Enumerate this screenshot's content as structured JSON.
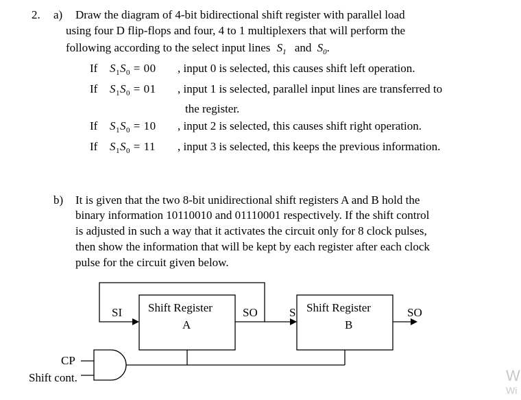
{
  "question": {
    "number": "2.",
    "part_a": {
      "label": "a)",
      "lines": [
        "Draw the diagram of 4-bit  bidirectional shift register with parallel load",
        "using four D flip-flops and four, 4 to 1 multiplexers that will perform the",
        "following according to the select input lines"
      ],
      "and": "and",
      "period": ".",
      "sel_s": "S",
      "sel_1": "1",
      "sel_0": "0",
      "if_word": "If",
      "cases": [
        {
          "value": "00",
          "desc": ", input 0 is selected, this causes shift left operation."
        },
        {
          "value": "01",
          "desc": ", input 1 is selected, parallel input lines are transferred to",
          "desc2": "the register."
        },
        {
          "value": "10",
          "desc": ", input 2 is selected, this causes shift right operation."
        },
        {
          "value": "11",
          "desc": ", input 3 is selected, this keeps the previous information."
        }
      ]
    },
    "part_b": {
      "label": "b)",
      "lines": [
        "It is given that the two 8-bit unidirectional shift registers A and B hold the",
        "binary information 10110010 and 01110001  respectively. If the shift control",
        "is adjusted in such a way that it  activates the circuit only for 8 clock pulses,",
        "then show the information that will be kept by each register after each clock",
        "pulse for the circuit given below."
      ]
    }
  },
  "circuit": {
    "reg_a": {
      "line1": "Shift Register",
      "line2": "A"
    },
    "reg_b": {
      "line1": "Shift Register",
      "line2": "B"
    },
    "si_label": "SI",
    "so_a_label": "SO",
    "s_label": "S",
    "so_b_label": "SO",
    "cp_label": "CP",
    "shift_label": "Shift cont."
  },
  "watermark": {
    "line1": "W",
    "line2": "Wi"
  }
}
